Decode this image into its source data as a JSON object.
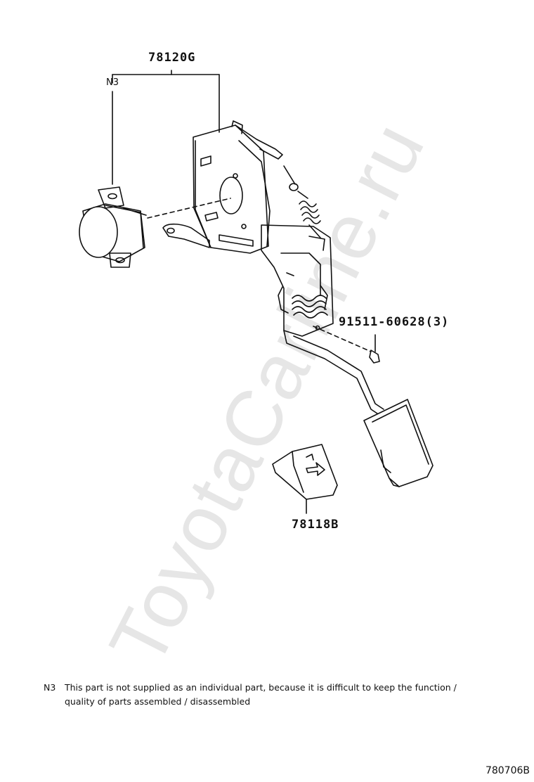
{
  "watermark": "ToyotaCarline.ru",
  "parts": {
    "pedal_assembly": "78120G",
    "note_ref": "N3",
    "bolt": "91511-60628(3)",
    "stopper": "78118B"
  },
  "footnote": {
    "code": "N3",
    "line1": "This part is not supplied as an individual part, because it is difficult to keep the function /",
    "line2": "quality of parts assembled / disassembled"
  },
  "figure_number": "780706B"
}
